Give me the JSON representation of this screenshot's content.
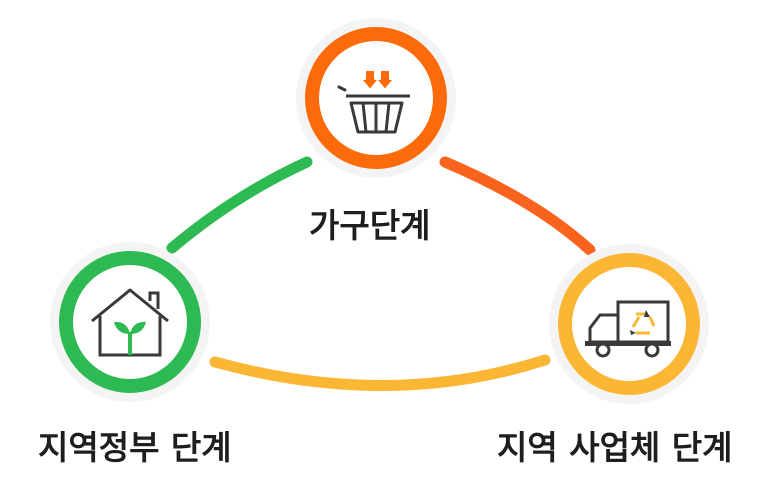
{
  "nodes": {
    "household": {
      "label": "가구단계",
      "icon": "shopping-basket-icon",
      "color": "#fc6a0a"
    },
    "government": {
      "label": "지역정부 단계",
      "icon": "house-sprout-icon",
      "color": "#2dba52"
    },
    "business": {
      "label": "지역 사업체 단계",
      "icon": "recycling-truck-icon",
      "color": "#fbb634"
    }
  },
  "connectors": [
    {
      "from": "government",
      "to": "household",
      "color": "#2dba52"
    },
    {
      "from": "household",
      "to": "business",
      "color": "#f9631d"
    },
    {
      "from": "government",
      "to": "business",
      "color": "#fbb634"
    }
  ]
}
